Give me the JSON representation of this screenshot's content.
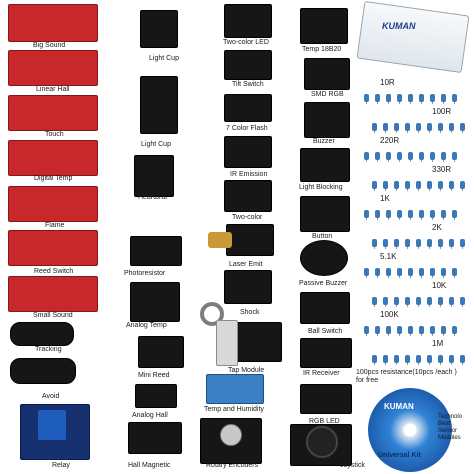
{
  "labels": {
    "big_sound": "Big Sound",
    "linear_hall": "Linear Hall",
    "touch": "Touch",
    "digital_temp": "Digital Temp",
    "flame": "Flame",
    "reed_switch": "Reed Switch",
    "small_sound": "Small Sound",
    "tracking": "Tracking",
    "avoid": "Avoid",
    "relay": "Relay",
    "light_cup_1": "Light Cup",
    "light_cup_2": "Light Cup",
    "heartbrat": "Heartbrat",
    "photoresistor": "Photoresistor",
    "analog_temp": "Analog Temp",
    "mini_reed": "Mini Reed",
    "analog_hall": "Analog Hall",
    "hall_magnetic": "Hall Magnetic",
    "two_color_led": "Two-color LED",
    "tilt_switch": "Tilt Switch",
    "seven_color_flash": "7 Color Flash",
    "ir_emission": "IR Emission",
    "two_color": "Two-color",
    "laser_emit": "Laser Emit",
    "shock": "Shock",
    "tap_module": "Tap Module",
    "temp_humidity": "Temp and Humidity",
    "rotary_encoders": "Rotary Encoders",
    "temp_18b20": "Temp 18B20",
    "smd_rgb": "SMD RGB",
    "buzzer": "Buzzer",
    "light_blocking": "Light Blocking",
    "button": "Button",
    "passive_buzzer": "Passive Buzzer",
    "ball_switch": "Ball Switch",
    "ir_receiver": "IR Receiver",
    "rgb_led": "RGB LED",
    "joystick": "Joystick"
  },
  "box_brand": "KUMAN",
  "resistors": [
    {
      "value": "10R"
    },
    {
      "value": "100R"
    },
    {
      "value": "220R"
    },
    {
      "value": "330R"
    },
    {
      "value": "1K"
    },
    {
      "value": "2K"
    },
    {
      "value": "5.1K"
    },
    {
      "value": "10K"
    },
    {
      "value": "100K"
    },
    {
      "value": "1M"
    }
  ],
  "resistor_note": "100pcs resistance(10pcs /each )",
  "resistor_note_2": "for free",
  "cd": {
    "brand": "KUMAN",
    "text": "Universal Kit",
    "lines": [
      "Technolo",
      "Best",
      "Sensor",
      "Modules"
    ]
  },
  "colors": {
    "module_red": "#c8272c",
    "module_black": "#161616",
    "resistor_blue": "#3a78b8",
    "cd_blue": "#2f83d6"
  }
}
